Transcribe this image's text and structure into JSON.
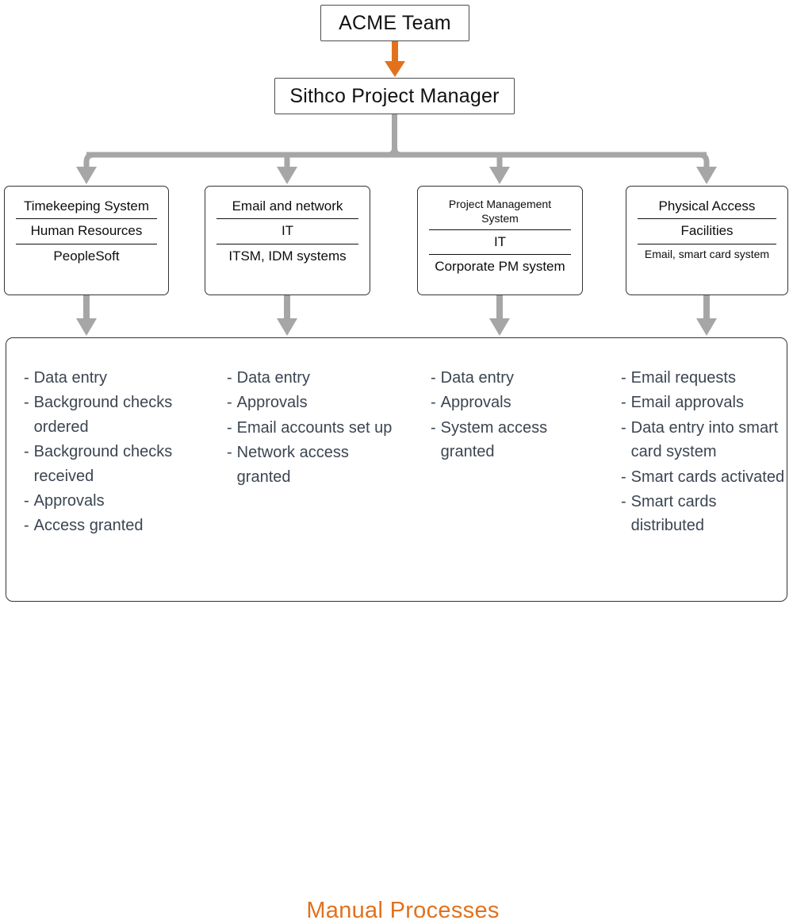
{
  "diagram": {
    "title_text": "Manual Processes",
    "colors": {
      "accent_orange": "#E2711D",
      "connector_gray": "#A6A6A6",
      "box_border": "#333333",
      "body_text": "#3B4551"
    }
  },
  "top": {
    "acme": {
      "label": "ACME Team"
    },
    "project_manager": {
      "label": "Sithco Project Manager"
    }
  },
  "systems": [
    {
      "name": "timekeeping-system",
      "rows": [
        "Timekeeping System",
        "Human Resources",
        "PeopleSoft"
      ],
      "row_sizes": [
        "normal",
        "normal",
        "normal"
      ]
    },
    {
      "name": "email-and-network",
      "rows": [
        "Email and network",
        "IT",
        "ITSM, IDM systems"
      ],
      "row_sizes": [
        "normal",
        "normal",
        "normal"
      ]
    },
    {
      "name": "project-management-system",
      "rows": [
        "Project Management System",
        "IT",
        "Corporate PM system"
      ],
      "row_sizes": [
        "small",
        "normal",
        "normal"
      ]
    },
    {
      "name": "physical-access",
      "rows": [
        "Physical Access",
        "Facilities",
        "Email, smart card system"
      ],
      "row_sizes": [
        "normal",
        "normal",
        "small"
      ]
    }
  ],
  "manual_processes": {
    "title": "Manual Processes",
    "bullet": "-",
    "columns": [
      {
        "name": "timekeeping-processes",
        "items": [
          "Data entry",
          "Background checks ordered",
          "Background checks received",
          "Approvals",
          "Access granted"
        ]
      },
      {
        "name": "email-network-processes",
        "items": [
          "Data entry",
          "Approvals",
          "Email accounts set up",
          "Network access granted"
        ]
      },
      {
        "name": "project-management-processes",
        "items": [
          "Data entry",
          "Approvals",
          "System access granted"
        ]
      },
      {
        "name": "physical-access-processes",
        "items": [
          "Email requests",
          "Email approvals",
          "Data entry into smart card system",
          "Smart cards activated",
          "Smart cards distributed"
        ]
      }
    ]
  }
}
